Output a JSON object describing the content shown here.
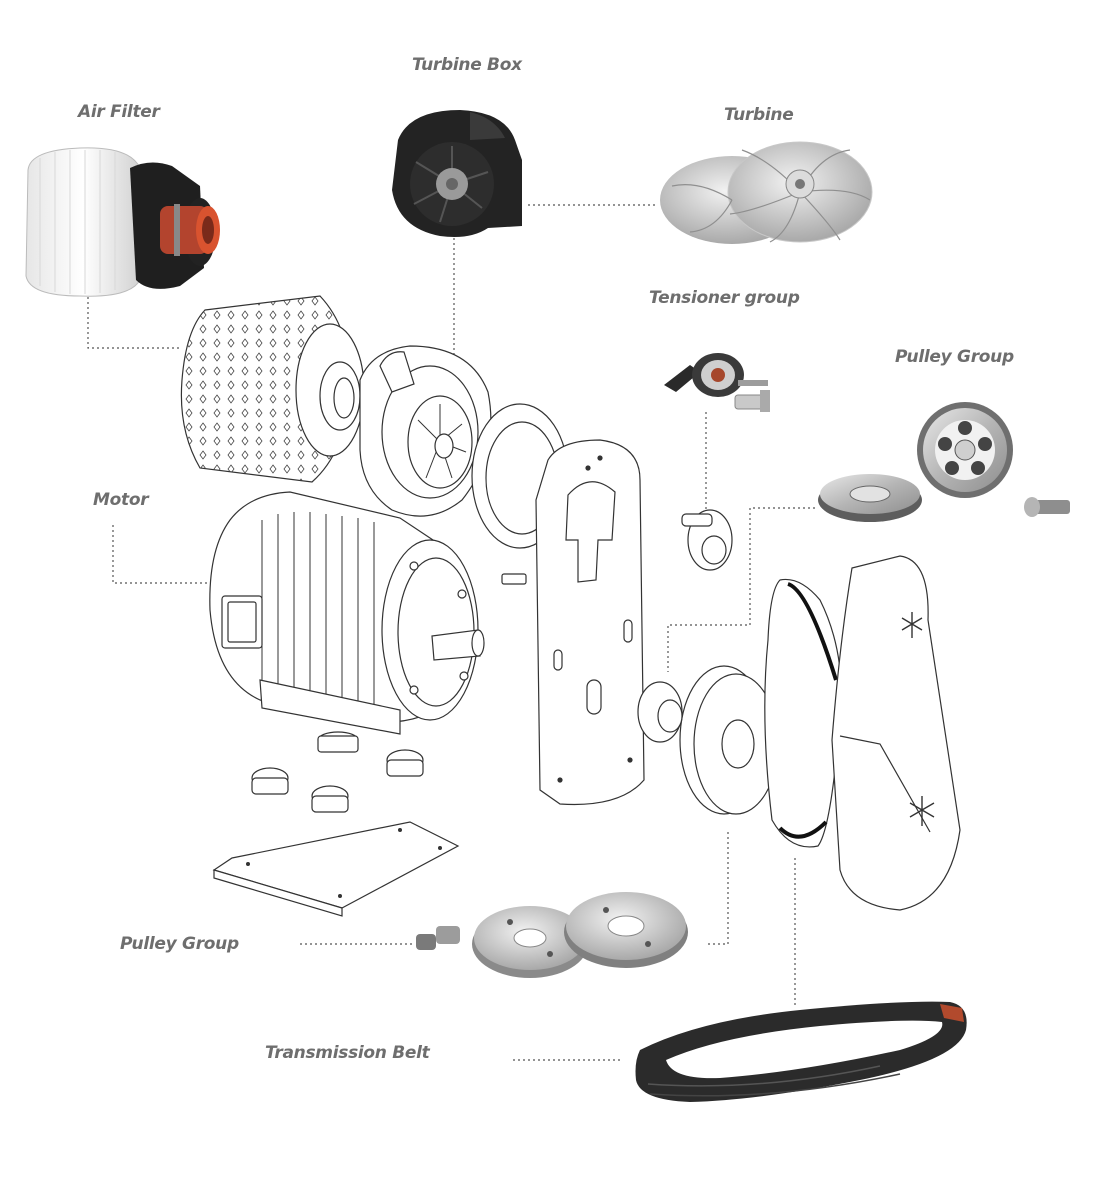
{
  "labels": {
    "air_filter": "Air Filter",
    "turbine_box": "Turbine Box",
    "turbine": "Turbine",
    "tensioner_group": "Tensioner group",
    "pulley_group_top": "Pulley Group",
    "motor": "Motor",
    "pulley_group_bottom": "Pulley Group",
    "transmission_belt": "Transmission Belt"
  },
  "icons": [
    "air-filter-photo",
    "turbine-box-photo",
    "turbine-photo",
    "tensioner-photo",
    "pulley-group-photo",
    "pulley-disc-photo",
    "transmission-belt-photo"
  ],
  "colors": {
    "label_text": "#6e6e6e",
    "leader_line": "#555555",
    "line_art": "#333333",
    "metal": "#b9b9b9",
    "rubber": "#2b2b2b",
    "accent_red": "#c0392b"
  }
}
